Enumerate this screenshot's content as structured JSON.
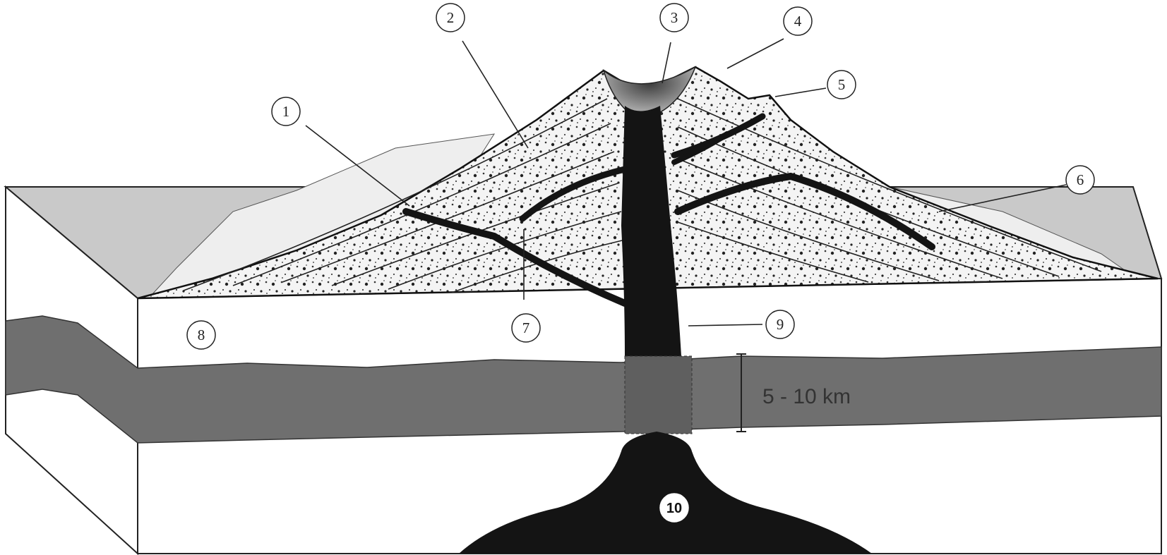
{
  "callouts": {
    "c1": "1",
    "c2": "2",
    "c3": "3",
    "c4": "4",
    "c5": "5",
    "c6": "6",
    "c7": "7",
    "c8": "8",
    "c9": "9",
    "c10": "10"
  },
  "scale_label": "5 - 10 km",
  "colors": {
    "magma": "#141414",
    "crust_layer": "#6f6f6f",
    "surface_gray": "#c9c9c9",
    "outline": "#222222"
  }
}
